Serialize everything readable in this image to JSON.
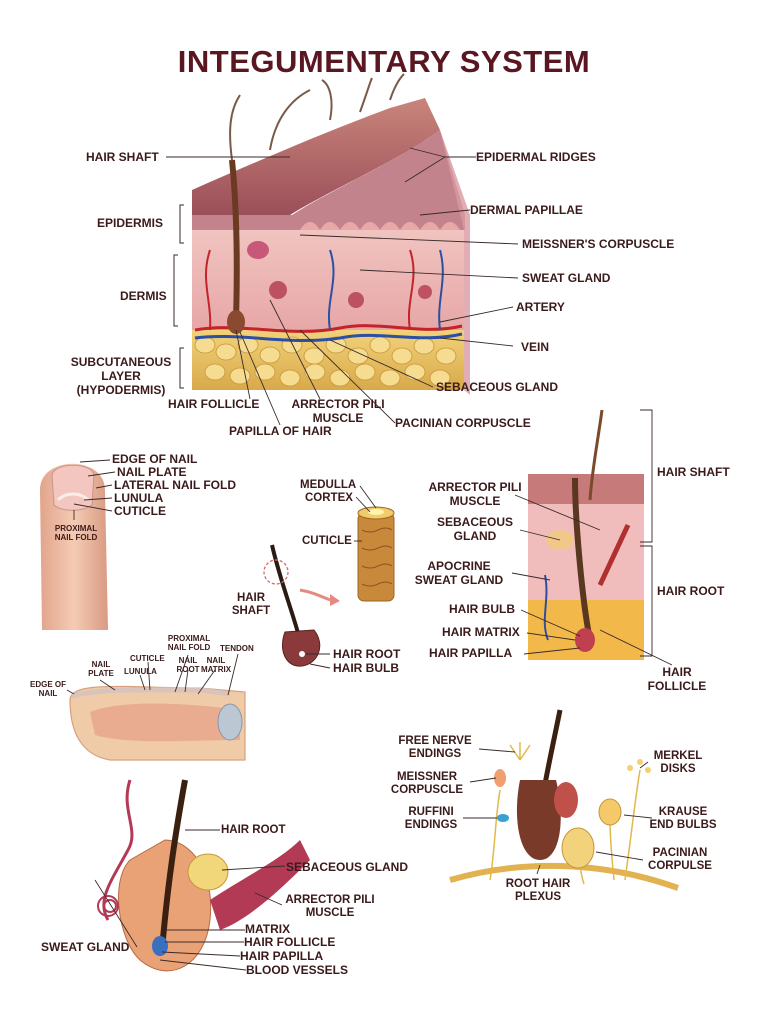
{
  "title": "INTEGUMENTARY SYSTEM",
  "colors": {
    "title": "#5a1722",
    "label": "#3a1a1a",
    "line": "#3a2a2a"
  },
  "skin_section": {
    "hair_shaft": "HAIR SHAFT",
    "epidermal_ridges": "EPIDERMAL RIDGES",
    "dermal_papillae": "DERMAL PAPILLAE",
    "epidermis": "EPIDERMIS",
    "meissners_corpuscle": "MEISSNER'S CORPUSCLE",
    "sweat_gland": "SWEAT GLAND",
    "dermis": "DERMIS",
    "artery": "ARTERY",
    "vein": "VEIN",
    "subcutaneous": "SUBCUTANEOUS\nLAYER\n(HYPODERMIS)",
    "sebaceous_gland": "SEBACEOUS GLAND",
    "hair_follicle": "HAIR FOLLICLE",
    "arrector_pili": "ARRECTOR PILI\nMUSCLE",
    "pacinian_corpuscle": "PACINIAN CORPUSCLE",
    "papilla_of_hair": "PAPILLA OF HAIR"
  },
  "nail": {
    "edge_of_nail": "EDGE OF NAIL",
    "nail_plate": "NAIL PLATE",
    "lateral_nail_fold": "LATERAL NAIL FOLD",
    "lunula": "LUNULA",
    "cuticle": "CUTICLE",
    "proximal_nail_fold": "PROXIMAL\nNAIL FOLD"
  },
  "nail_section": {
    "edge_of_nail": "EDGE OF\nNAIL",
    "nail_plate": "NAIL\nPLATE",
    "cuticle": "CUTICLE",
    "lunula": "LUNULA",
    "proximal_nail_fold": "PROXIMAL\nNAIL FOLD",
    "nail_root": "NAIL\nROOT",
    "nail_matrix": "NAIL\nMATRIX",
    "tendon": "TENDON"
  },
  "hair_strand": {
    "medulla": "MEDULLA",
    "cortex": "CORTEX",
    "cuticle": "CUTICLE",
    "hair_shaft": "HAIR\nSHAFT",
    "hair_root": "HAIR ROOT",
    "hair_bulb": "HAIR BULB"
  },
  "hair_section": {
    "arrector_pili": "ARRECTOR PILI\nMUSCLE",
    "sebaceous": "SEBACEOUS\nGLAND",
    "apocrine": "APOCRINE\nSWEAT GLAND",
    "hair_bulb": "HAIR BULB",
    "hair_matrix": "HAIR MATRIX",
    "hair_papilla": "HAIR PAPILLA",
    "hair_shaft": "HAIR SHAFT",
    "hair_root": "HAIR ROOT",
    "hair_follicle": "HAIR\nFOLLICLE"
  },
  "receptors": {
    "free_nerve": "FREE NERVE\nENDINGS",
    "meissner": "MEISSNER\nCORPUSCLE",
    "ruffini": "RUFFINI\nENDINGS",
    "root_hair_plexus": "ROOT HAIR\nPLEXUS",
    "merkel": "MERKEL\nDISKS",
    "krause": "KRAUSE\nEND BULBS",
    "pacinian": "PACINIAN\nCORPULSE"
  },
  "follicle": {
    "hair_root": "HAIR ROOT",
    "sebaceous": "SEBACEOUS GLAND",
    "arrector_pili": "ARRECTOR PILI\nMUSCLE",
    "sweat_gland": "SWEAT GLAND",
    "matrix": "MATRIX",
    "hair_follicle": "HAIR FOLLICLE",
    "hair_papilla": "HAIR PAPILLA",
    "blood_vessels": "BLOOD VESSELS"
  }
}
